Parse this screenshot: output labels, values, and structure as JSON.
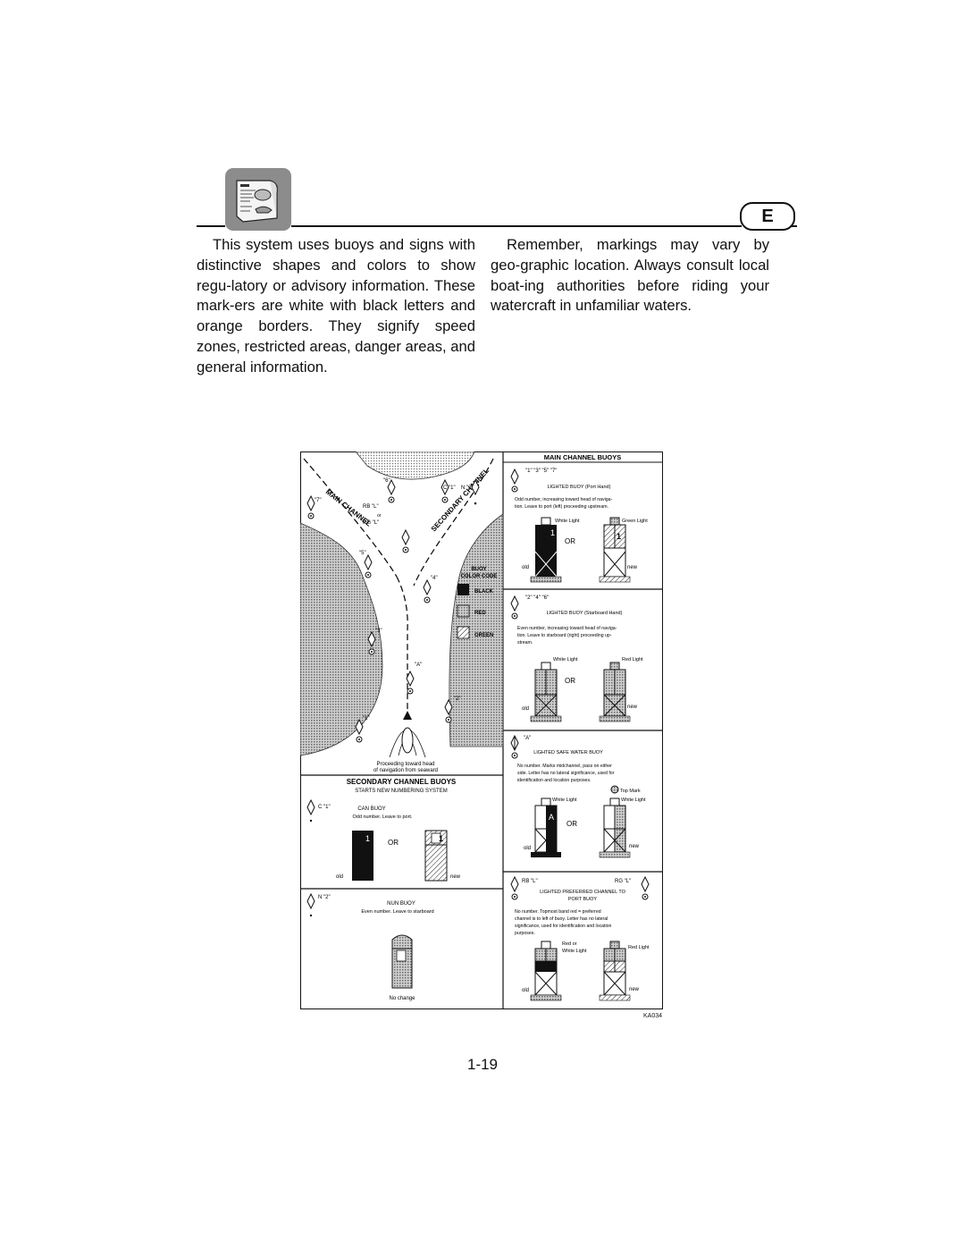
{
  "header": {
    "language_badge": "E",
    "icon": "manual-book-icon"
  },
  "text": {
    "left_paragraph": "This system uses buoys and signs with distinctive shapes and colors to show regu-­latory or advisory information. These mark-­ers are white with black letters and orange borders. They signify speed zones, restricted areas, danger areas, and general information.",
    "right_paragraph": "Remember, markings may vary by geo-­graphic location. Always consult local boat-­ing authorities before riding your watercraft in unfamiliar waters."
  },
  "figure": {
    "code": "KA034",
    "channel_map": {
      "main_channel_label": "MAIN CHANNEL",
      "secondary_channel_label": "SECONDARY CHANNEL",
      "buoy_labels": [
        "\"6\"",
        "C \"1\"",
        "N \"2\"",
        "\"7\"",
        "RB \"L\"",
        "or",
        "RG \"L\"",
        "\"5\"",
        "\"4\"",
        "\"3\"",
        "\"A\"",
        "\"2\"",
        "\"1\""
      ],
      "caption_line1": "Proceeding toward head",
      "caption_line2": "of navigation from seaward"
    },
    "color_code": {
      "title_line1": "BUOY",
      "title_line2": "COLOR CODE",
      "entries": [
        "BLACK",
        "RED",
        "GREEN"
      ]
    },
    "secondary": {
      "title": "SECONDARY CHANNEL BUOYS",
      "subtitle": "STARTS NEW NUMBERING SYSTEM",
      "can_label": "C \"1\"",
      "can_title": "CAN BUOY",
      "can_desc": "Odd number. Leave to port.",
      "can_digit": "1",
      "or": "OR",
      "old": "old",
      "new": "new",
      "nun_label": "N \"2\"",
      "nun_title": "NUN BUOY",
      "nun_desc": "Even number. Leave to starboard",
      "no_change": "No change"
    },
    "main": {
      "title": "MAIN CHANNEL BUOYS",
      "port_numbers": "\"1\" \"3\" \"5\" \"7\"",
      "port_title": "LIGHTED BUOY (Port Hand)",
      "port_desc1": "Odd number, increasing toward head of naviga-",
      "port_desc2": "tion. Leave to port (left) proceeding upstream.",
      "white_light": "White Light",
      "green_light": "Green Light",
      "red_light": "Red Light",
      "digit_one": "1",
      "stbd_numbers": "\"2\" \"4\" \"6\"",
      "stbd_title": "LIGHTED BUOY (Starboard Hand)",
      "stbd_desc1": "Even number, increasing toward head of naviga-",
      "stbd_desc2": "tion. Leave to starboard (right) proceeding up-",
      "stbd_desc3": "stream.",
      "safe_label": "\"A\"",
      "safe_title": "LIGHTED SAFE WATER BUOY",
      "safe_desc1": "No number. Marks midchannel, pass on either",
      "safe_desc2": "side. Letter has no lateral significance, used for",
      "safe_desc3": "identification and location purposes.",
      "top_mark": "Top Mark",
      "letter_a": "A",
      "pref_left": "RB \"L\"",
      "pref_right": "RG \"L\"",
      "pref_title1": "LIGHTED PREFERRED CHANNEL TO",
      "pref_title2": "PORT BUOY",
      "pref_desc1": "No number. Topmost band red = preferred",
      "pref_desc2": "channel is to left of buoy. Letter has no lateral",
      "pref_desc3": "significance, used for identification and location",
      "pref_desc4": "purposes.",
      "red_or": "Red or",
      "or": "OR",
      "old": "old",
      "new": "new"
    }
  },
  "page_number": "1-19"
}
